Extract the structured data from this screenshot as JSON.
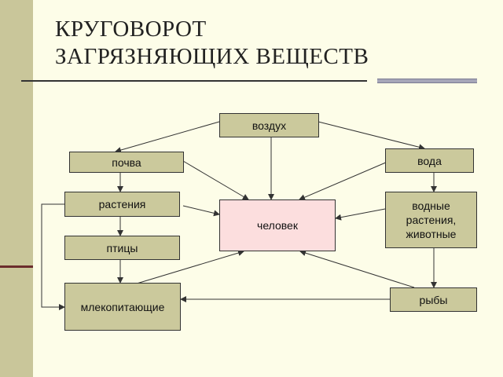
{
  "title": {
    "line1": "КРУГОВОРОТ",
    "line2": "ЗАГРЯЗНЯЮЩИХ ВЕЩЕСТВ"
  },
  "nodes": {
    "air": "воздух",
    "soil": "почва",
    "water": "вода",
    "plants": "растения",
    "human": "человек",
    "aquatic_line1": "водные",
    "aquatic_line2": "растения,",
    "aquatic_line3": "животные",
    "birds": "птицы",
    "mammals": "млекопитающие",
    "fish": "рыбы"
  },
  "colors": {
    "node_fill": "#cbc99c",
    "center_fill": "#fcdede",
    "background": "#fdfde8",
    "arrow": "#333333"
  }
}
